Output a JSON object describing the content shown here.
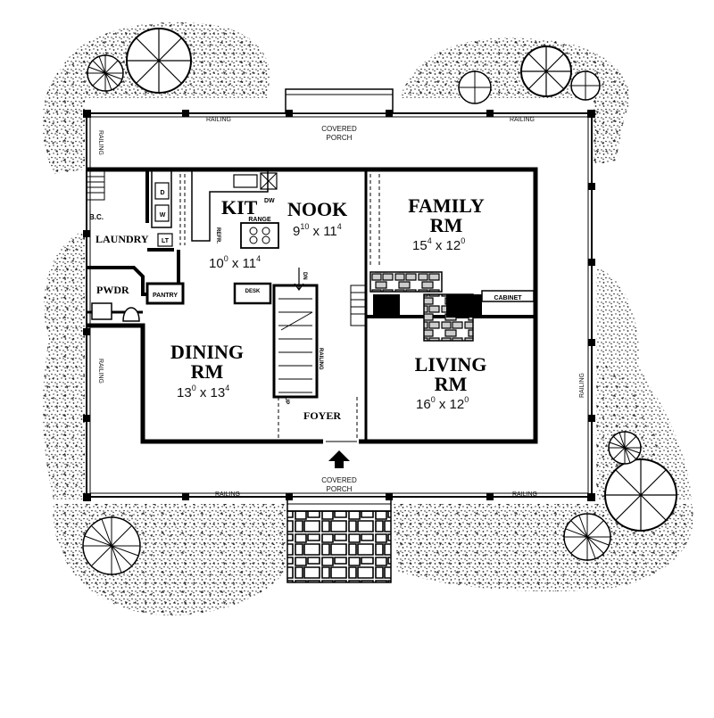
{
  "plan": {
    "porch_top": {
      "line1": "COVERED",
      "line2": "PORCH"
    },
    "porch_bottom": {
      "line1": "COVERED",
      "line2": "PORCH"
    },
    "railing_label": "RAILING",
    "rooms": {
      "kitchen": {
        "name": "KIT",
        "dim_a": "10",
        "sup_a": "0",
        "dim_b": "11",
        "sup_b": "4"
      },
      "nook": {
        "name": "NOOK",
        "dim_a": "9",
        "sup_a": "10",
        "dim_b": "11",
        "sup_b": "4"
      },
      "family": {
        "name1": "FAMILY",
        "name2": "RM",
        "dim_a": "15",
        "sup_a": "4",
        "dim_b": "12",
        "sup_b": "0"
      },
      "dining": {
        "name1": "DINING",
        "name2": "RM",
        "dim_a": "13",
        "sup_a": "0",
        "dim_b": "13",
        "sup_b": "4"
      },
      "living": {
        "name1": "LIVING",
        "name2": "RM",
        "dim_a": "16",
        "sup_a": "0",
        "dim_b": "12",
        "sup_b": "0"
      },
      "laundry": {
        "name": "LAUNDRY"
      },
      "powder": {
        "name": "PWDR"
      },
      "pantry": {
        "name": "PANTRY"
      },
      "foyer": {
        "name": "FOYER"
      }
    },
    "fixtures": {
      "bc": "B.C.",
      "dryer": "D",
      "washer": "W",
      "lt": "LT",
      "range": "RANGE",
      "refr": "REFR.",
      "dw": "DW",
      "desk": "DESK",
      "dn": "DN",
      "up": "UP",
      "cabinet": "CABINET",
      "railing_stair": "RAILING"
    },
    "separator": "x"
  }
}
